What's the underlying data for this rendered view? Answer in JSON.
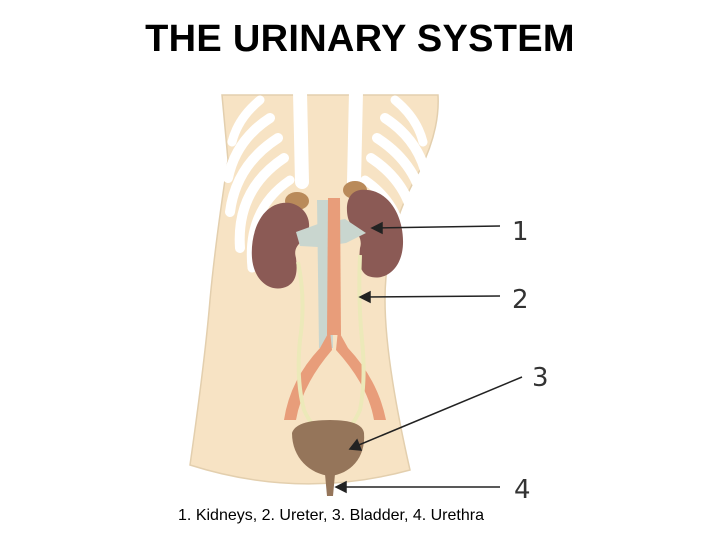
{
  "title": "THE URINARY SYSTEM",
  "caption": "1. Kidneys, 2. Ureter, 3. Bladder, 4. Urethra",
  "labels": {
    "kidneys": "1",
    "ureter": "2",
    "bladder": "3",
    "urethra": "4"
  },
  "colors": {
    "skin": "#f7e3c4",
    "skin_outline": "#e3cfae",
    "ribs": "#ffffff",
    "kidney": "#8b5a55",
    "adrenal": "#b98a5a",
    "vein": "#c9d6cf",
    "artery": "#e89d7a",
    "ureter": "#ece9b9",
    "bladder": "#95755a",
    "arrow": "#222222"
  }
}
